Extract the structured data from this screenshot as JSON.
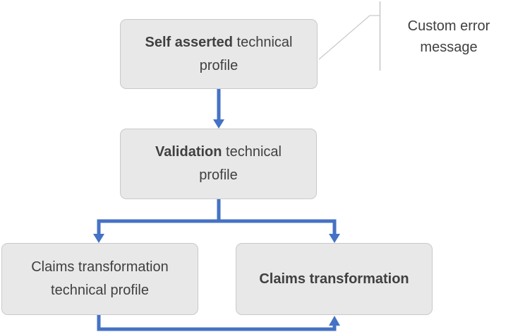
{
  "boxes": {
    "self_asserted": {
      "bold": "Self asserted",
      "rest": " technical",
      "line2": "profile"
    },
    "validation": {
      "bold": "Validation",
      "rest": " technical",
      "line2": "profile"
    },
    "claims_tp": {
      "line1": "Claims transformation",
      "line2": "technical profile"
    },
    "claims": {
      "label": "Claims transformation"
    }
  },
  "callout": {
    "label": "Custom error message"
  },
  "colors": {
    "box_fill": "#e8e8e8",
    "box_border": "#c9c9c9",
    "arrow_blue": "#4472c4",
    "callout_line": "#c9c9c9",
    "text": "#404040",
    "background": "#ffffff"
  }
}
